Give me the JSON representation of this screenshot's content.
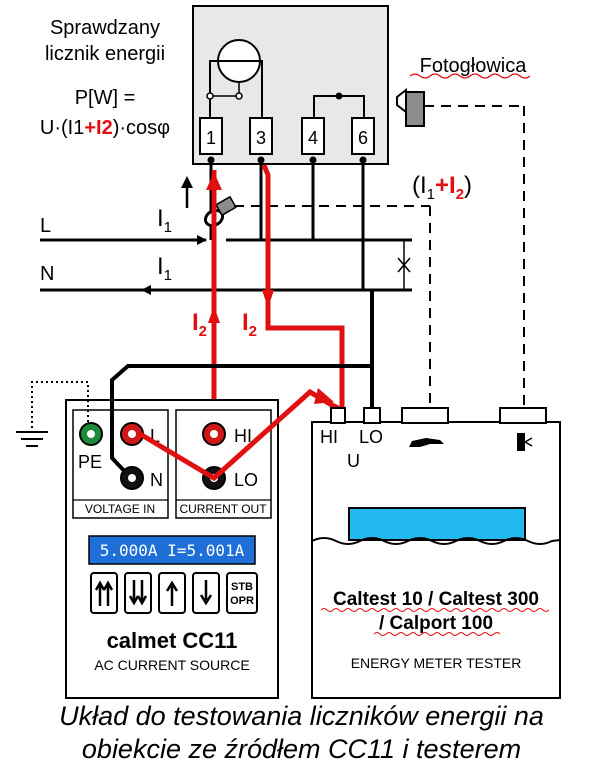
{
  "meter": {
    "title_line1": "Sprawdzany",
    "title_line2": "licznik energii",
    "formula_line1": "P[W] =",
    "formula_pre": "U·(I1",
    "formula_red": "+I2",
    "formula_post": ")·cosφ",
    "terminals": [
      "1",
      "3",
      "4",
      "6"
    ]
  },
  "photohead": {
    "label": "Fotogłowica"
  },
  "sum_label": {
    "open": "(I",
    "sub1": "1",
    "red": "+I",
    "sub2": "2",
    "close": ")"
  },
  "lines": {
    "L": "L",
    "N": "N",
    "i1": "I",
    "i1_sub": "1",
    "i2": "I",
    "i2_sub": "2"
  },
  "source": {
    "pe": "PE",
    "l": "L",
    "n": "N",
    "hi": "HI",
    "lo": "LO",
    "voltage_in": "VOLTAGE  IN",
    "current_out": "CURRENT OUT",
    "display": "5.000A I=5.001A",
    "stb": "STB",
    "opr": "OPR",
    "brand": "calmet  CC11",
    "subtitle": "AC CURRENT SOURCE"
  },
  "tester": {
    "hi": "HI",
    "lo": "LO",
    "u": "U",
    "model_line1": "Caltest 10 / Caltest 300",
    "model_line2": "/ Calport 100",
    "subtitle": "ENERGY METER TESTER"
  },
  "caption": {
    "line1": "Układ do testowania liczników energii na",
    "line2": "obiekcie ze źródłem CC11 i testerem"
  },
  "colors": {
    "current_wire": "#e01010",
    "wire": "#000000",
    "meter_fill": "#e8e8e8",
    "display_fill": "#1f6fd8",
    "display_text": "#ffffff",
    "window_fill": "#22b8f0",
    "pe_terminal": "#1e8a3a",
    "red_terminal": "#d01818"
  }
}
